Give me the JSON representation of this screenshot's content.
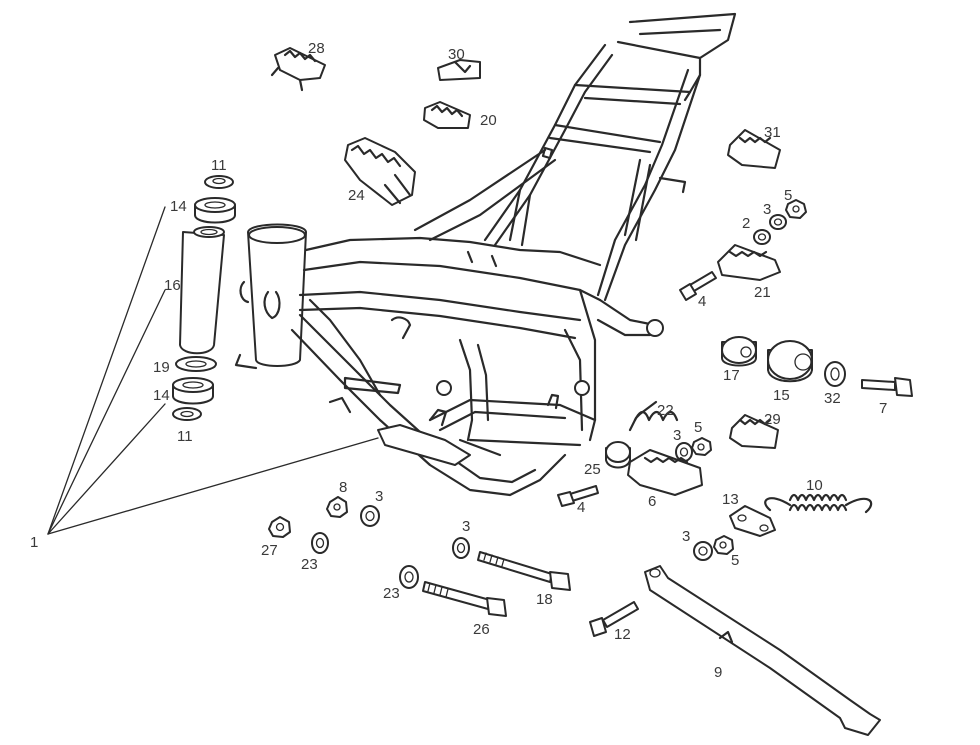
{
  "callouts": [
    {
      "id": "c28",
      "text": "28"
    },
    {
      "id": "c30",
      "text": "30"
    },
    {
      "id": "c20",
      "text": "20"
    },
    {
      "id": "c31",
      "text": "31"
    },
    {
      "id": "c24",
      "text": "24"
    },
    {
      "id": "c11a",
      "text": "11"
    },
    {
      "id": "c14a",
      "text": "14"
    },
    {
      "id": "c16",
      "text": "16"
    },
    {
      "id": "c19",
      "text": "19"
    },
    {
      "id": "c14b",
      "text": "14"
    },
    {
      "id": "c11b",
      "text": "11"
    },
    {
      "id": "c1",
      "text": "1"
    },
    {
      "id": "c5a",
      "text": "5"
    },
    {
      "id": "c3a",
      "text": "3"
    },
    {
      "id": "c2",
      "text": "2"
    },
    {
      "id": "c4a",
      "text": "4"
    },
    {
      "id": "c21",
      "text": "21"
    },
    {
      "id": "c17",
      "text": "17"
    },
    {
      "id": "c15",
      "text": "15"
    },
    {
      "id": "c32",
      "text": "32"
    },
    {
      "id": "c7",
      "text": "7"
    },
    {
      "id": "c22",
      "text": "22"
    },
    {
      "id": "c29",
      "text": "29"
    },
    {
      "id": "c3b",
      "text": "3"
    },
    {
      "id": "c5b",
      "text": "5"
    },
    {
      "id": "c25",
      "text": "25"
    },
    {
      "id": "c6",
      "text": "6"
    },
    {
      "id": "c4b",
      "text": "4"
    },
    {
      "id": "c10",
      "text": "10"
    },
    {
      "id": "c13",
      "text": "13"
    },
    {
      "id": "c3c",
      "text": "3"
    },
    {
      "id": "c5c",
      "text": "5"
    },
    {
      "id": "c8",
      "text": "8"
    },
    {
      "id": "c3d",
      "text": "3"
    },
    {
      "id": "c27",
      "text": "27"
    },
    {
      "id": "c23a",
      "text": "23"
    },
    {
      "id": "c3e",
      "text": "3"
    },
    {
      "id": "c18",
      "text": "18"
    },
    {
      "id": "c23b",
      "text": "23"
    },
    {
      "id": "c26",
      "text": "26"
    },
    {
      "id": "c12",
      "text": "12"
    },
    {
      "id": "c9",
      "text": "9"
    }
  ]
}
